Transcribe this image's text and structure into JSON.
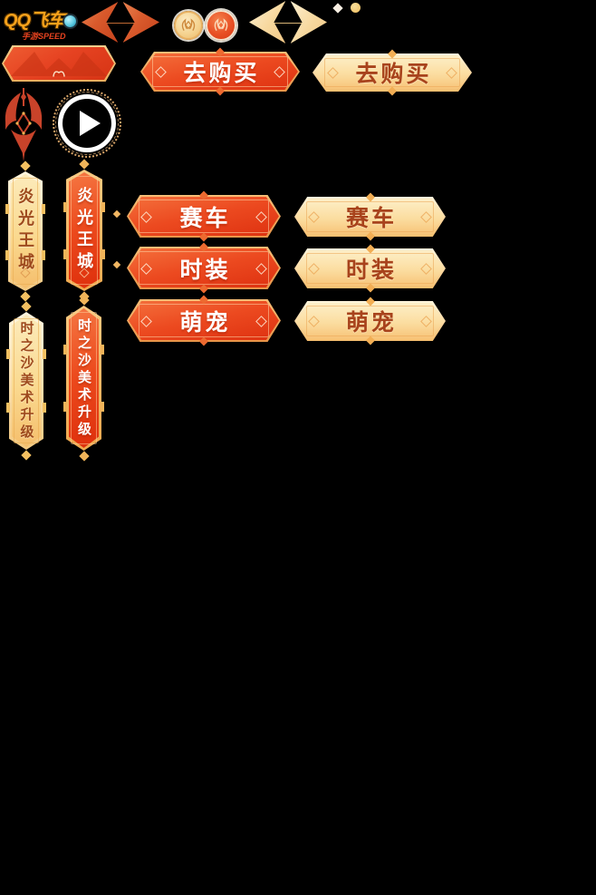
{
  "logo": {
    "main": "QQ飞车",
    "sub": "手游SPEED"
  },
  "buy_buttons": {
    "red": "去购买",
    "light": "去购买"
  },
  "category_buttons": [
    {
      "red": "赛车",
      "light": "赛车"
    },
    {
      "red": "时装",
      "light": "时装"
    },
    {
      "red": "萌宠",
      "light": "萌宠"
    }
  ],
  "vertical_banners": {
    "yanguang_light": "炎光王城",
    "yanguang_red": "炎光王城",
    "shizhisha_light": "时之沙美术升级",
    "shizhisha_red": "时之沙美术升级"
  },
  "colors": {
    "background": "#000000",
    "red_button": "#E8411F",
    "light_button": "#F9C878",
    "gold_border": "#F0B05A",
    "text_brown": "#A8431C",
    "text_white": "#FFFFFF",
    "logo_orange": "#F7A21B",
    "logo_red": "#E8431F"
  }
}
